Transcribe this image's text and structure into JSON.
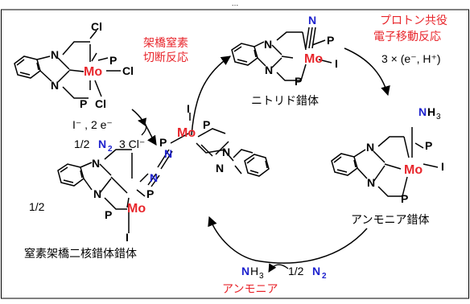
{
  "colors": {
    "red": "#e8262c",
    "blue": "#1e22ce",
    "black": "#000000"
  },
  "top_caption": "…",
  "atoms": {
    "mo": "Mo",
    "p": "P",
    "n": "N",
    "cl": "Cl",
    "i": "I",
    "n_blue": "N",
    "nh": "N",
    "h3": "H",
    "h3_sub": "3"
  },
  "labels": {
    "cleavage_line1": "架橋窒素",
    "cleavage_line2": "切断反応",
    "nitride_complex": "ニトリド錯体",
    "pcet_line1": "プロトン共役",
    "pcet_line2": "電子移動反応",
    "pcet_reagent": "3 × (e⁻, H⁺)",
    "ammonia_complex": "アンモニア錯体",
    "dinitrogen_complex": "窒素架橋二核錯体錯体",
    "ammonia": "アンモニア",
    "reduction_reagent": "I⁻ , 2 e⁻",
    "half": "1/2",
    "n2_n": "N",
    "n2_sub": "2",
    "chloride_release": "3 Cl⁻",
    "half_n2_prefix": "1/2",
    "half_bottom": "1/2",
    "nh3_product_n": "N",
    "nh3_product_h": "H",
    "nh3_product_sub": "3",
    "half_bottom_prefix": "1/2"
  }
}
